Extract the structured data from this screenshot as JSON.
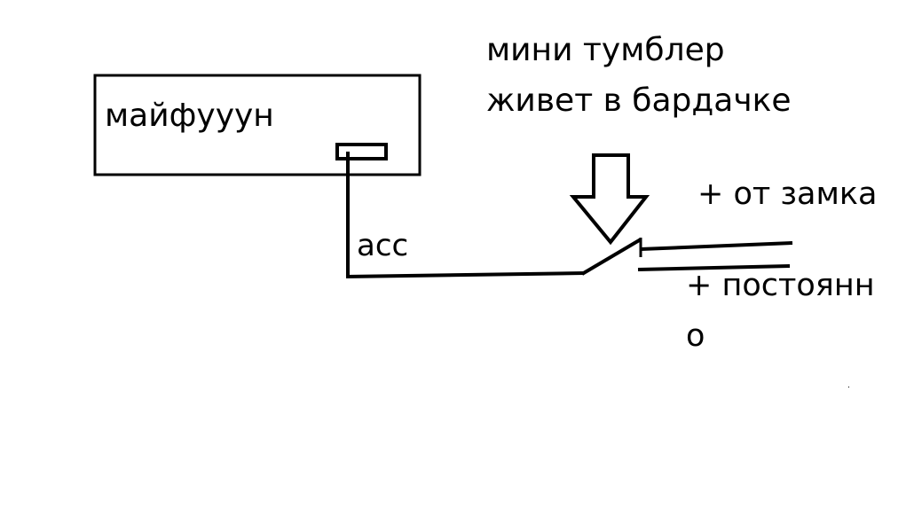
{
  "diagram": {
    "device_label": "майфууун",
    "wire_label": "acc",
    "switch_caption": {
      "line1": "мини тумблер",
      "line2": "живет в бардачке"
    },
    "ignition_label": "+ от замка",
    "constant_label": {
      "line1": "+ постоянн",
      "line2": "о"
    }
  },
  "colors": {
    "background": "#ffffff",
    "ink": "#000000"
  }
}
